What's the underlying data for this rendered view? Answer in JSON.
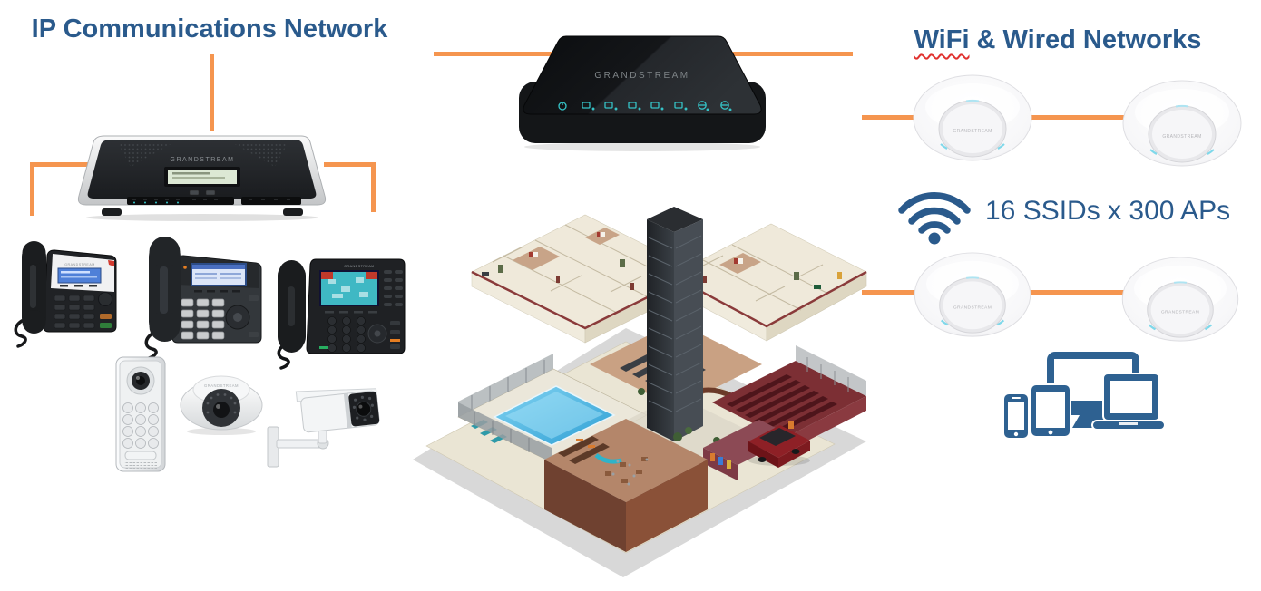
{
  "left_section": {
    "title": "IP Communications Network"
  },
  "right_section": {
    "title_word": "WiFi",
    "title_rest": "& Wired Networks",
    "capacity_label": "16 SSIDs x 300 APs"
  },
  "brand": "GRANDSTREAM",
  "router_leds": [
    "power",
    "lan1",
    "lan2",
    "lan3",
    "lan4",
    "lan5",
    "wan1",
    "wan2"
  ],
  "colors": {
    "accent_orange": "#F5954F",
    "title_blue": "#2A5A8C",
    "devices_blue": "#2E6191",
    "router_led_teal": "#35C3C7",
    "spellcheck_red": "#E0312E",
    "ap_accent_cyan": "#7FD8EA"
  }
}
